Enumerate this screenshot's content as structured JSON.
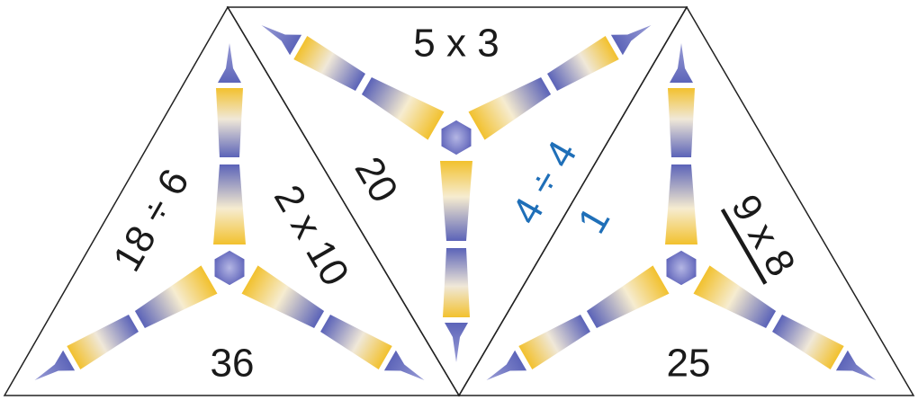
{
  "colors": {
    "arm_yellow": "#f2c12e",
    "arm_blue": "#5b63b8",
    "hub": "#6a6fc4",
    "highlight_text": "#1f6fb8",
    "text": "#1a1a1a"
  },
  "left_triangle": {
    "left_edge": "18 ÷ 6",
    "right_edge": "2 x 10",
    "bottom": "36"
  },
  "middle_triangle": {
    "top": "5 x 3",
    "left_edge": "20",
    "right_edge_question": "4 ÷ 4",
    "right_edge_answer": "1"
  },
  "right_triangle": {
    "right_edge": "9 x 8",
    "bottom": "25"
  }
}
